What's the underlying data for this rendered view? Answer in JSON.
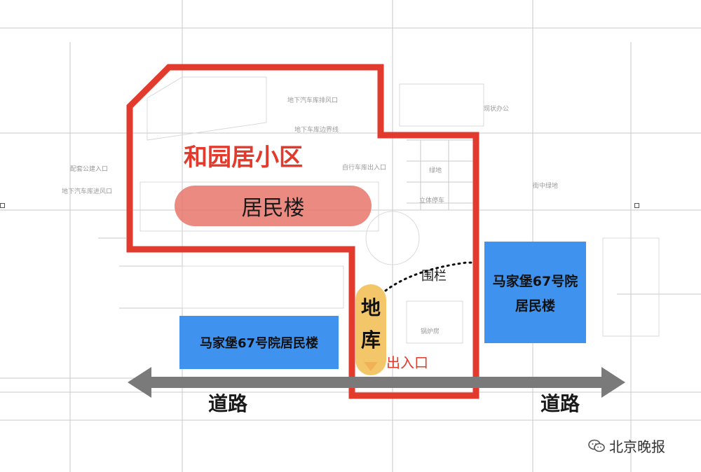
{
  "colors": {
    "boundary": "#e23a2c",
    "resident_block": "#e8766a",
    "neighbor_block": "#3f93ee",
    "garage_pill": "#f2c05a",
    "road_arrow": "#7a7a7a"
  },
  "labels": {
    "community_name": "和园居小区",
    "resident_building": "居民楼",
    "neighbor_right_line1": "马家堡67号院",
    "neighbor_right_line2": "居民楼",
    "neighbor_bottom": "马家堡67号院居民楼",
    "garage_char1": "地",
    "garage_char2": "库",
    "entrance": "出入口",
    "fence": "围栏",
    "road_left": "道路",
    "road_right": "道路"
  },
  "plan_text": {
    "t1": "地下汽车库排风口",
    "t2": "地下车库边界线",
    "t3": "自行车库出入口",
    "t4": "立体停车",
    "t5": "锅炉房",
    "t6": "现状办公",
    "t7": "街中绿地",
    "t8": "地下汽车库进风口",
    "t9": "配套公建入口",
    "t10": "绿地"
  },
  "watermark": {
    "text": "北京晚报",
    "icon": "wechat-icon"
  }
}
